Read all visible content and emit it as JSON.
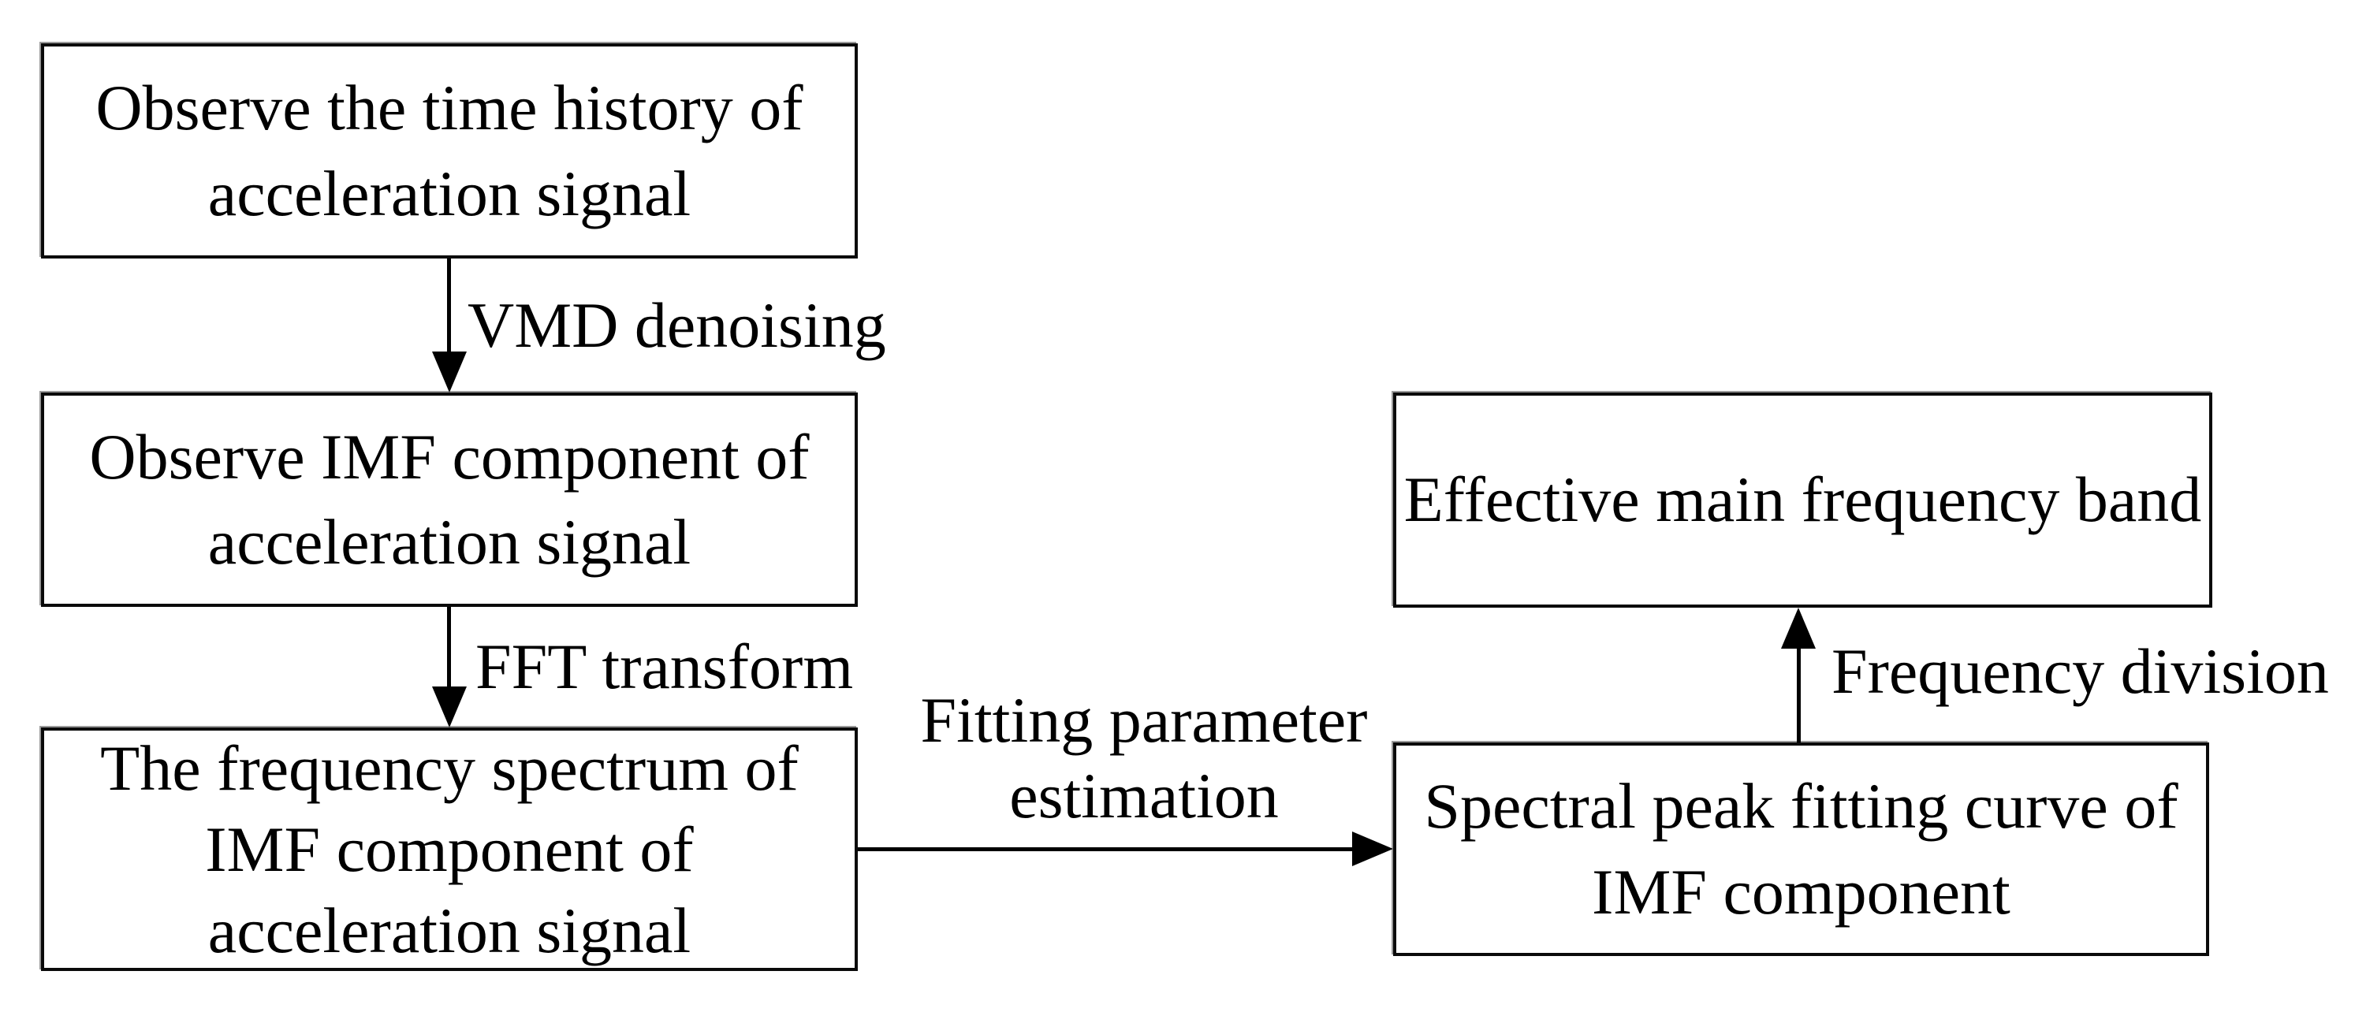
{
  "diagram": {
    "type": "flowchart",
    "nodes": [
      {
        "id": "observe-time-history",
        "label": "Observe the time history of acceleration signal"
      },
      {
        "id": "observe-imf-component",
        "label": "Observe IMF component of acceleration signal"
      },
      {
        "id": "frequency-spectrum",
        "label": "The frequency spectrum of IMF component of acceleration signal"
      },
      {
        "id": "spectral-peak-fitting",
        "label": "Spectral peak fitting curve of IMF component"
      },
      {
        "id": "effective-main-frequency-band",
        "label": "Effective main frequency band"
      }
    ],
    "edges": [
      {
        "from": "observe-time-history",
        "to": "observe-imf-component",
        "direction": "down",
        "label": "VMD denoising"
      },
      {
        "from": "observe-imf-component",
        "to": "frequency-spectrum",
        "direction": "down",
        "label": "FFT transform"
      },
      {
        "from": "frequency-spectrum",
        "to": "spectral-peak-fitting",
        "direction": "right",
        "label": "Fitting parameter estimation"
      },
      {
        "from": "spectral-peak-fitting",
        "to": "effective-main-frequency-band",
        "direction": "up",
        "label": "Frequency division"
      }
    ],
    "colors": {
      "background": "#ffffff",
      "box_border": "#000000",
      "text": "#000000",
      "arrow": "#000000"
    }
  }
}
